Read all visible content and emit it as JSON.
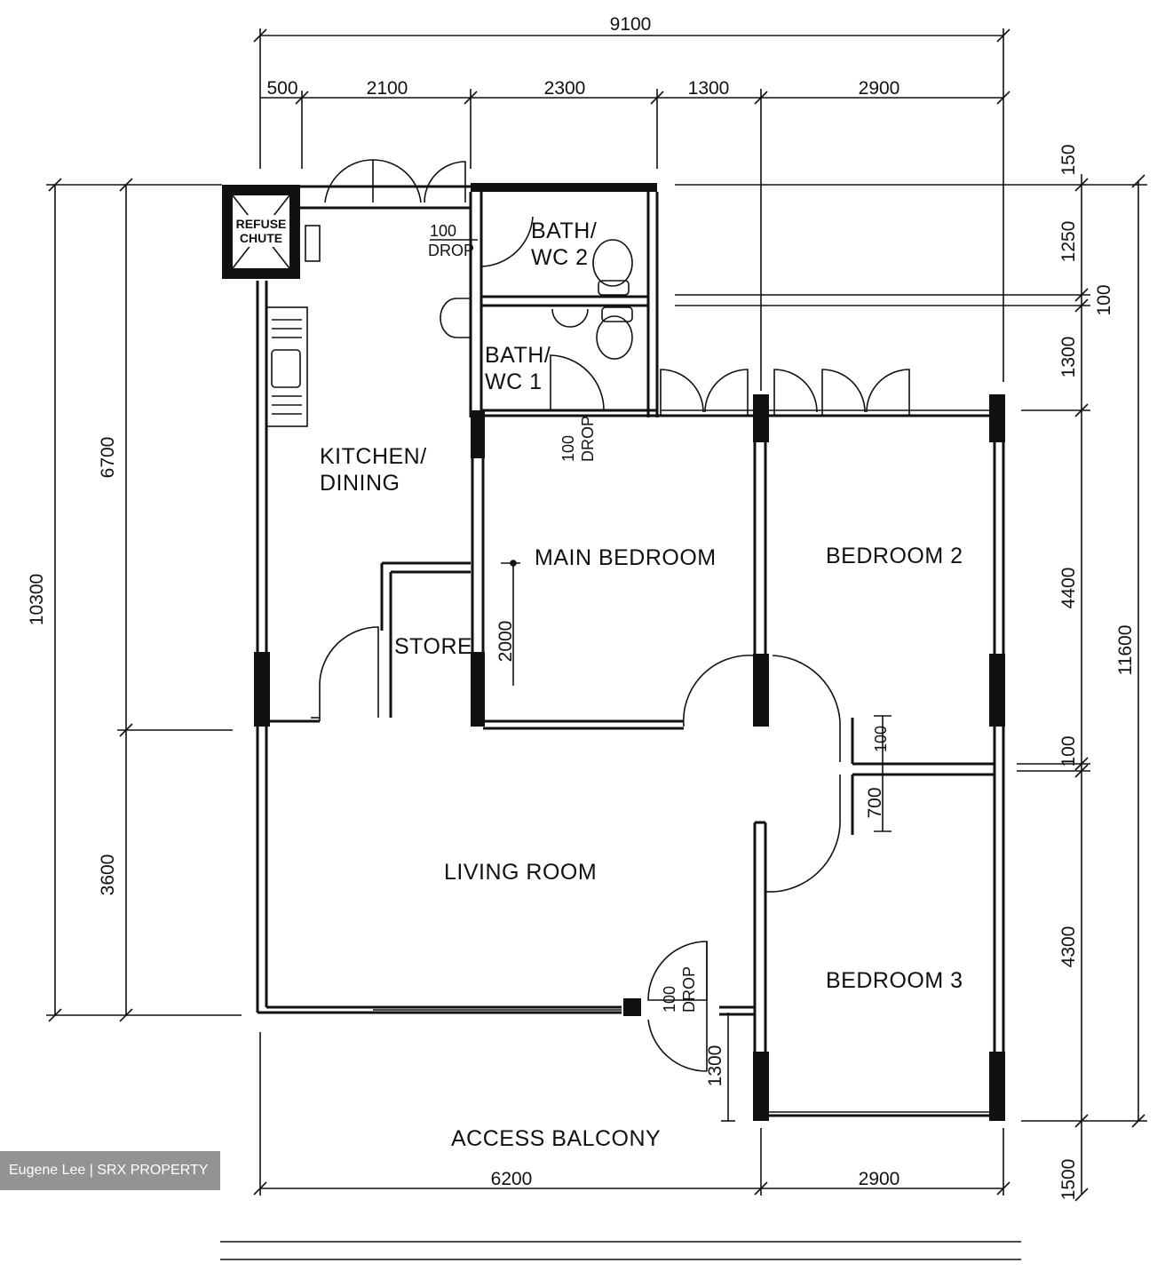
{
  "rooms": {
    "refuse_chute": [
      "REFUSE",
      "CHUTE"
    ],
    "bath_wc2": [
      "BATH/",
      "WC  2"
    ],
    "bath_wc1": [
      "BATH/",
      "WC  1"
    ],
    "kitchen": [
      "KITCHEN/",
      "DINING"
    ],
    "main_bedroom": "MAIN  BEDROOM",
    "bedroom2": "BEDROOM  2",
    "bedroom3": "BEDROOM  3",
    "store": "STORE",
    "living_room": "LIVING  ROOM",
    "access_balcony": "ACCESS  BALCONY"
  },
  "drops": {
    "top_value": "100",
    "top_label": "DROP",
    "wc1_value": "100",
    "wc1_label": "DROP",
    "entry_value": "100",
    "entry_label": "DROP"
  },
  "dimensions": {
    "top_overall": "9100",
    "top_segments": [
      "500",
      "2100",
      "2300",
      "1300",
      "2900"
    ],
    "left_overall": "10300",
    "left_segments": [
      "6700",
      "3600"
    ],
    "right_overall": "11600",
    "right_segments": [
      "150",
      "1250",
      "100",
      "1300",
      "4400",
      "100",
      "4300",
      "1500"
    ],
    "bottom_segments": [
      "6200",
      "2900"
    ],
    "inner_2000": "2000",
    "inner_100": "100",
    "inner_700": "700",
    "inner_1300": "1300"
  },
  "watermark": "Eugene Lee | SRX PROPERTY"
}
